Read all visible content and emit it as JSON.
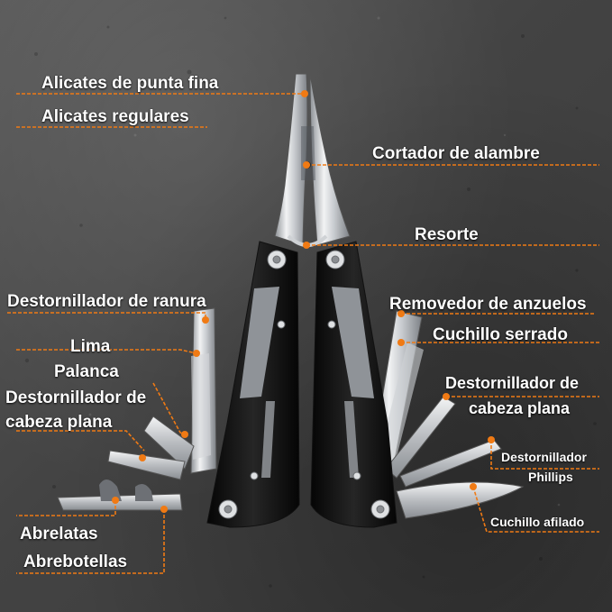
{
  "accent_color": "#f07a14",
  "labels": {
    "needle_nose": "Alicates de punta fina",
    "regular_pliers": "Alicates regulares",
    "wire_cutter": "Cortador de alambre",
    "spring": "Resorte",
    "slot_screwdriver": "Destornillador de ranura",
    "file": "Lima",
    "lever": "Palanca",
    "flat_screwdriver_left_1": "Destornillador de",
    "flat_screwdriver_left_2": "cabeza plana",
    "can_opener": "Abrelatas",
    "bottle_opener": "Abrebotellas",
    "hook_remover": "Removedor de anzuelos",
    "serrated_knife": "Cuchillo serrado",
    "flat_screwdriver_right_1": "Destornillador de",
    "flat_screwdriver_right_2": "cabeza plana",
    "phillips_1": "Destornillador",
    "phillips_2": "Phillips",
    "sharp_knife": "Cuchillo afilado"
  }
}
